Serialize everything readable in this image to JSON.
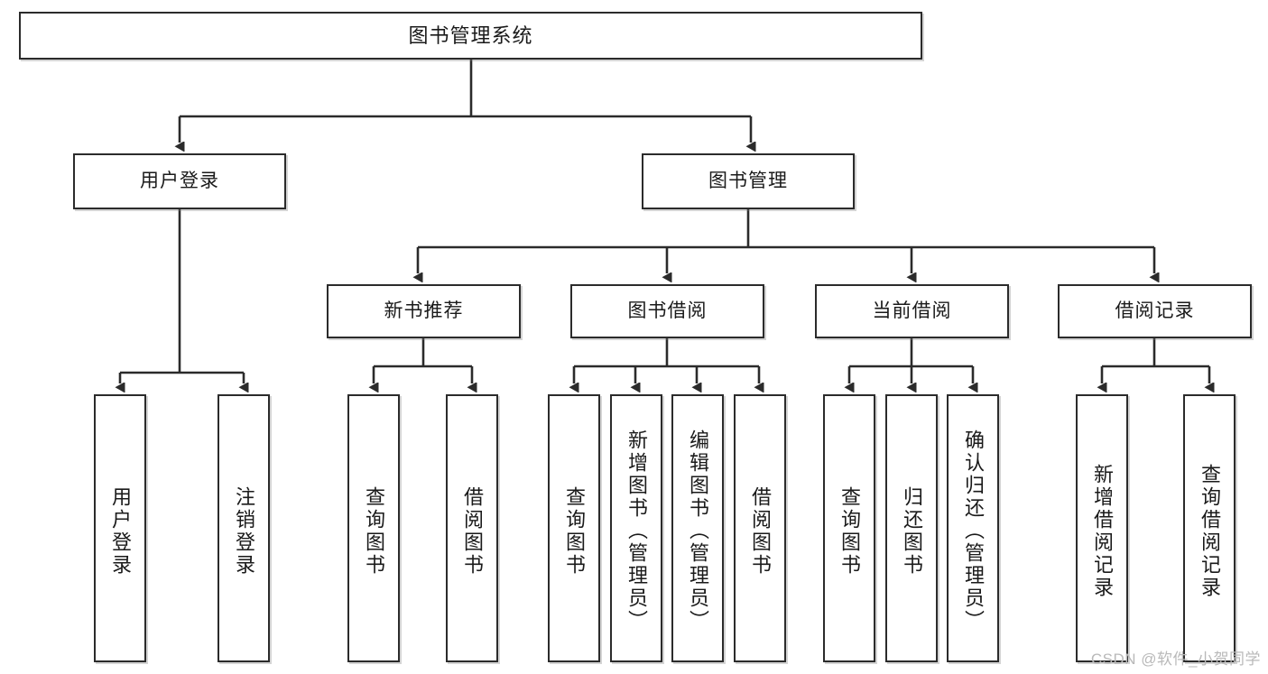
{
  "diagram": {
    "title": "图书管理系统",
    "type": "tree-hierarchy-chart",
    "root": {
      "label": "图书管理系统"
    },
    "level2": [
      {
        "label": "用户登录"
      },
      {
        "label": "图书管理"
      }
    ],
    "level3": [
      {
        "label": "新书推荐"
      },
      {
        "label": "图书借阅"
      },
      {
        "label": "当前借阅"
      },
      {
        "label": "借阅记录"
      }
    ],
    "leaves": [
      {
        "label": "用户登录"
      },
      {
        "label": "注销登录"
      },
      {
        "label": "查询图书"
      },
      {
        "label": "借阅图书"
      },
      {
        "label": "查询图书"
      },
      {
        "label": "新增图书（管理员）"
      },
      {
        "label": "编辑图书（管理员）"
      },
      {
        "label": "借阅图书"
      },
      {
        "label": "查询图书"
      },
      {
        "label": "归还图书"
      },
      {
        "label": "确认归还（管理员）"
      },
      {
        "label": "新增借阅记录"
      },
      {
        "label": "查询借阅记录"
      }
    ]
  },
  "watermark": {
    "text": "CSDN @软件_小贺同学"
  },
  "colors": {
    "box_border": "#2b2b2b",
    "box_fill": "#ffffff",
    "link": "#2b2b2b",
    "text": "#1a1a1a",
    "watermark": "#b9b9b9"
  }
}
